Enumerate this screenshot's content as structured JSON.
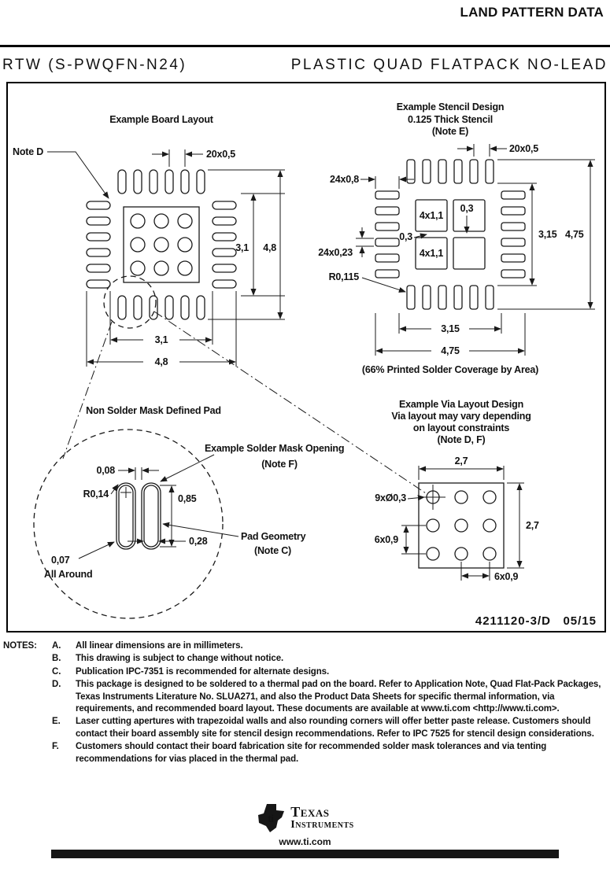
{
  "header": {
    "doc_title": "LAND PATTERN DATA",
    "package_code": "RTW (S-PWQFN-N24)",
    "package_name": "PLASTIC QUAD FLATPACK NO-LEAD"
  },
  "board_layout": {
    "title": "Example Board Layout",
    "note_d_label": "Note D",
    "dim_pitch": "20x0,5",
    "dim_inner_vertical": "3,1",
    "dim_outer_vertical": "4,8",
    "dim_inner_horizontal": "3,1",
    "dim_outer_horizontal": "4,8"
  },
  "stencil_design": {
    "title_line1": "Example Stencil Design",
    "title_line2": "0.125 Thick Stencil",
    "title_line3": "(Note E)",
    "dim_pitch": "20x0,5",
    "dim_aperture_length": "24x0,8",
    "dim_aperture_width": "24x0,23",
    "dim_corner_radius": "R0,115",
    "dim_center_square_top": "4x1,1",
    "dim_center_square_bottom": "4x1,1",
    "dim_gap_top": "0,3",
    "dim_gap_left": "0,3",
    "dim_inner_vertical": "3,15",
    "dim_outer_vertical": "4,75",
    "dim_inner_horizontal": "3,15",
    "dim_outer_horizontal": "4,75",
    "coverage_note": "(66% Printed Solder Coverage by Area)"
  },
  "pad_detail": {
    "title": "Non Solder Mask Defined Pad",
    "mask_opening_label_line1": "Example Solder Mask Opening",
    "mask_opening_label_line2": "(Note F)",
    "dim_mask_gap": "0,08",
    "dim_pad_radius": "R0,14",
    "dim_pad_length": "0,85",
    "dim_pad_width": "0,28",
    "dim_clearance": "0,07",
    "dim_clearance_note": "All Around",
    "pad_geometry_label_line1": "Pad Geometry",
    "pad_geometry_label_line2": "(Note C)"
  },
  "via_layout": {
    "title_line1": "Example Via Layout Design",
    "title_line2": "Via layout may vary depending",
    "title_line3": "on layout constraints",
    "title_line4": "(Note D, F)",
    "dim_via": "9xØ0,3",
    "dim_width": "2,7",
    "dim_height": "2,7",
    "dim_pitch_vertical": "6x0,9",
    "dim_pitch_horizontal": "6x0,9"
  },
  "drawing_number": "4211120-3/D   05/15",
  "notes": {
    "label": "NOTES:",
    "items": [
      {
        "key": "A.",
        "text": "All linear dimensions are in millimeters."
      },
      {
        "key": "B.",
        "text": "This drawing is subject to change without notice."
      },
      {
        "key": "C.",
        "text": "Publication IPC-7351 is recommended for alternate designs."
      },
      {
        "key": "D.",
        "text": "This package is designed to be soldered to a thermal pad on the board.  Refer to Application Note, Quad Flat-Pack Packages, Texas Instruments Literature No. SLUA271, and also the Product Data Sheets for specific thermal information, via requirements, and recommended board layout.  These documents are available at www.ti.com <http://www.ti.com>."
      },
      {
        "key": "E.",
        "text": "Laser cutting apertures with trapezoidal walls and also rounding corners will offer better paste release.  Customers should contact their board assembly site for stencil design recommendations.  Refer to IPC 7525 for stencil design considerations."
      },
      {
        "key": "F.",
        "text": "Customers should contact their board fabrication site for recommended solder mask tolerances and via tenting recommendations for vias placed in the thermal pad."
      }
    ]
  },
  "footer": {
    "logo_mark": "ti",
    "brand_line1": "Texas",
    "brand_line2": "Instruments",
    "website": "www.ti.com"
  }
}
